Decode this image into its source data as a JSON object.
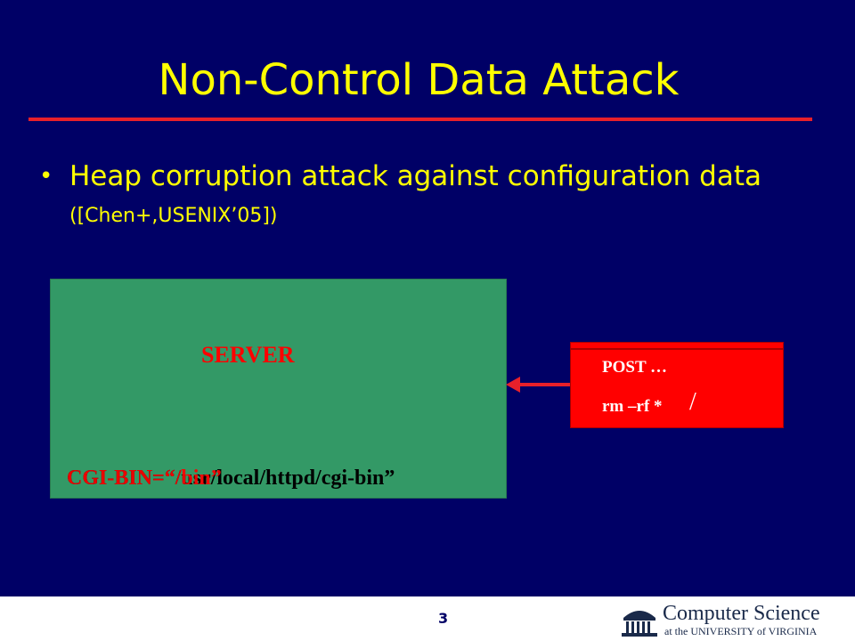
{
  "slide": {
    "title": "Non-Control Data Attack",
    "bullet_main": "Heap corruption attack against configuration data",
    "bullet_ref": "([Chen+,USENIX’05])",
    "bullet_symbol": "•",
    "server_label": "SERVER",
    "config_line": "CGI-BIN=“/usr/local/httpd/cgi-bin”",
    "config_overwrite": "CGI-BIN=“/bin”",
    "packet_line1": "POST …",
    "packet_line2": "rm –rf *",
    "packet_slash": "/",
    "page_number": "3"
  },
  "logo": {
    "main": "Computer Science",
    "sub": "at the UNIVERSITY of VIRGINIA"
  },
  "colors": {
    "background": "#000066",
    "title": "#ffff00",
    "rule": "#e8202a",
    "server_box": "#339966",
    "packet_box": "#ff0000",
    "arrow": "#e8202a"
  }
}
